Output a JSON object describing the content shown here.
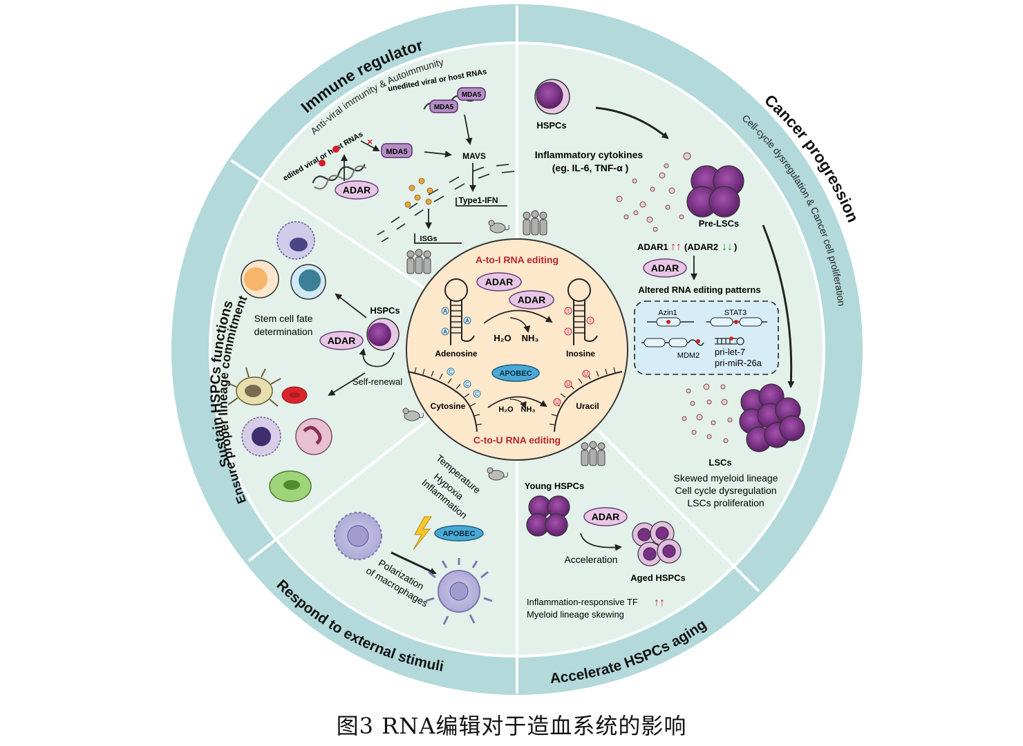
{
  "caption": "图3 RNA编辑对于造血系统的影响",
  "colors": {
    "outer_ring": "#b3d9da",
    "panel": "#e3f1ea",
    "core": "#fde8cc",
    "adar_pill": "#e7c7e4",
    "apobec_pill": "#4aa9d4",
    "cell_purple": "#7a2f86",
    "arrow_red": "#d0202a",
    "arrow_green": "#1f8a3a"
  },
  "ring_labels": {
    "immune_title": "Immune regulator",
    "immune_sub": "Anti-viral immunity & Autoimmunity",
    "cancer_title": "Cancer progression",
    "cancer_sub": "Cell-cycle dysregulation & Cancer cell proliferation",
    "sustain_title": "Sustain HSPCs functions",
    "sustain_sub": "Ensure proper lineage commitment",
    "respond_title": "Respond to external stimuli",
    "aging_title": "Accelerate HSPCs aging"
  },
  "immune": {
    "edited": "edited viral or host RNAs",
    "unedited": "unedited viral or host RNAs",
    "mda5": "MDA5",
    "mavs": "MAVS",
    "type1": "Type1-IFN",
    "isgs": "ISGs",
    "adar": "ADAR",
    "x_mark": "×"
  },
  "cancer": {
    "hspcs": "HSPCs",
    "cytokines": "Inflammatory cytokines",
    "cytokines_eg": "(eg. IL-6, TNF-α )",
    "pre_lscs": "Pre-LSCs",
    "adar1": "ADAR1",
    "adar2": "(ADAR2",
    "close_paren": ")",
    "up_arrows": "↑↑",
    "down_arrows": "↓↓",
    "adar": "ADAR",
    "altered": "Altered RNA editing patterns",
    "azin1": "Azin1",
    "stat3": "STAT3",
    "mdm2": "MDM2",
    "pri_let7": "pri-let-7",
    "pri_mir26a": "pri-miR-26a",
    "lscs": "LSCs",
    "lsc_lines": [
      "Skewed myeloid lineage",
      "Cell cycle dysregulation",
      "LSCs proliferation"
    ]
  },
  "core": {
    "a_to_i": "A-to-I RNA editing",
    "c_to_u": "C-to-U RNA editing",
    "adar": "ADAR",
    "apobec": "APOBEC",
    "adenosine": "Adenosine",
    "inosine": "Inosine",
    "cytosine": "Cytosine",
    "uracil": "Uracil",
    "h2o": "H₂O",
    "nh3": "NH₃",
    "a": "A",
    "i": "I",
    "c": "C",
    "u": "U"
  },
  "sustain": {
    "hspcs": "HSPCs",
    "adar": "ADAR",
    "fate_1": "Stem cell fate",
    "fate_2": "determination",
    "self_renewal": "Self-renewal"
  },
  "respond": {
    "stimuli": [
      "Temperature",
      "Hypoxia",
      "Inflammation"
    ],
    "apobec": "APOBEC",
    "polar_1": "Polarization",
    "polar_2": "of macrophages"
  },
  "aging": {
    "young": "Young HSPCs",
    "adar": "ADAR",
    "acceleration": "Acceleration",
    "aged": "Aged HSPCs",
    "tf": "Inflammation-responsive TF",
    "up_arrows": "↑↑",
    "skew": "Myeloid lineage skewing"
  }
}
